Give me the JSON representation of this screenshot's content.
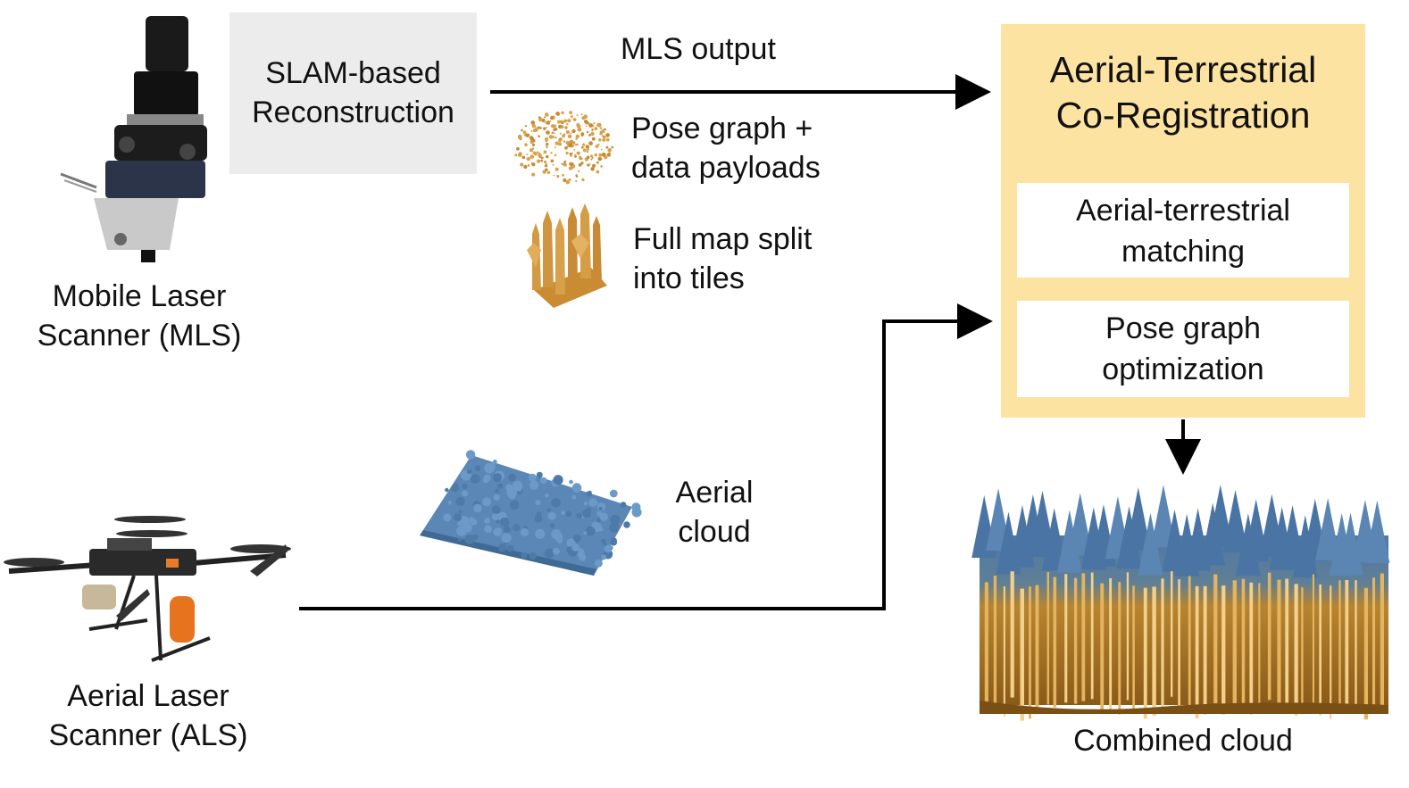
{
  "mls": {
    "label_line1": "Mobile Laser",
    "label_line2": "Scanner (MLS)"
  },
  "slam": {
    "line1": "SLAM-based",
    "line2": "Reconstruction"
  },
  "mls_output": {
    "label": "MLS output",
    "pose_graph_line1": "Pose graph +",
    "pose_graph_line2": "data payloads",
    "tiles_line1": "Full map split",
    "tiles_line2": "into tiles"
  },
  "coreg": {
    "title_line1": "Aerial-Terrestrial",
    "title_line2": "Co-Registration",
    "matching_line1": "Aerial-terrestrial",
    "matching_line2": "matching",
    "pgo_line1": "Pose graph",
    "pgo_line2": "optimization"
  },
  "aerial_cloud": {
    "line1": "Aerial",
    "line2": "cloud"
  },
  "als": {
    "label_line1": "Aerial Laser",
    "label_line2": "Scanner (ALS)"
  },
  "combined": {
    "label": "Combined cloud"
  },
  "colors": {
    "coreg_panel": "#fce3a1",
    "slam_box": "#ececec",
    "mls_points": "#d9a24a",
    "aerial_points": "#5a87b5",
    "arrow": "#000000"
  }
}
